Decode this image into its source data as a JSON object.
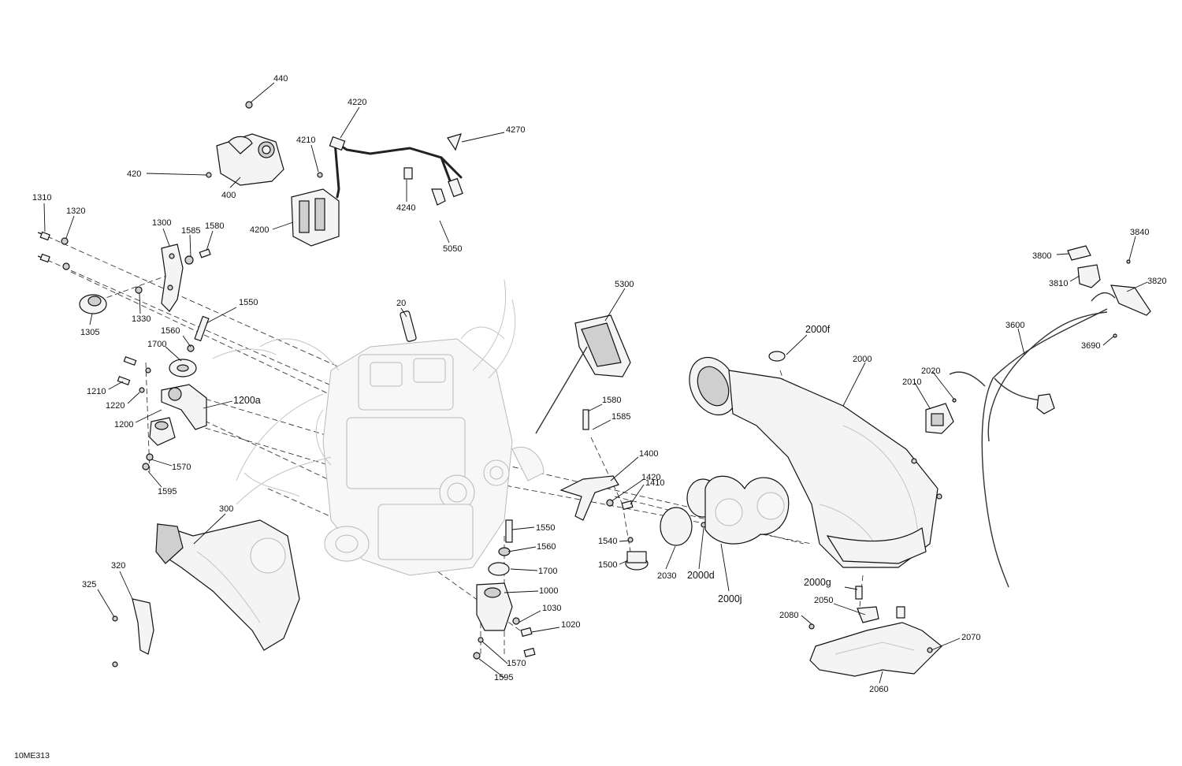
{
  "reference_code": "10ME313",
  "callouts": [
    {
      "id": "440",
      "text": "440"
    },
    {
      "id": "420",
      "text": "420"
    },
    {
      "id": "400",
      "text": "400"
    },
    {
      "id": "4220",
      "text": "4220"
    },
    {
      "id": "4210",
      "text": "4210"
    },
    {
      "id": "4270",
      "text": "4270"
    },
    {
      "id": "4200",
      "text": "4200"
    },
    {
      "id": "4240",
      "text": "4240"
    },
    {
      "id": "5050",
      "text": "5050"
    },
    {
      "id": "1310",
      "text": "1310"
    },
    {
      "id": "1320",
      "text": "1320"
    },
    {
      "id": "1300",
      "text": "1300"
    },
    {
      "id": "1585a",
      "text": "1585"
    },
    {
      "id": "1580a",
      "text": "1580"
    },
    {
      "id": "1305",
      "text": "1305"
    },
    {
      "id": "1330",
      "text": "1330"
    },
    {
      "id": "1550a",
      "text": "1550"
    },
    {
      "id": "1560a",
      "text": "1560"
    },
    {
      "id": "1700a",
      "text": "1700"
    },
    {
      "id": "1210",
      "text": "1210"
    },
    {
      "id": "1220",
      "text": "1220"
    },
    {
      "id": "1200a",
      "text": "1200a"
    },
    {
      "id": "1200",
      "text": "1200"
    },
    {
      "id": "1570a",
      "text": "1570"
    },
    {
      "id": "1595a",
      "text": "1595"
    },
    {
      "id": "20",
      "text": "20"
    },
    {
      "id": "5300",
      "text": "5300"
    },
    {
      "id": "300",
      "text": "300"
    },
    {
      "id": "320",
      "text": "320"
    },
    {
      "id": "325",
      "text": "325"
    },
    {
      "id": "1580b",
      "text": "1580"
    },
    {
      "id": "1585b",
      "text": "1585"
    },
    {
      "id": "1400",
      "text": "1400"
    },
    {
      "id": "1420",
      "text": "1420"
    },
    {
      "id": "1410",
      "text": "1410"
    },
    {
      "id": "1550b",
      "text": "1550"
    },
    {
      "id": "1560b",
      "text": "1560"
    },
    {
      "id": "1700b",
      "text": "1700"
    },
    {
      "id": "1540",
      "text": "1540"
    },
    {
      "id": "1500",
      "text": "1500"
    },
    {
      "id": "1000",
      "text": "1000"
    },
    {
      "id": "1030",
      "text": "1030"
    },
    {
      "id": "1020",
      "text": "1020"
    },
    {
      "id": "1570b",
      "text": "1570"
    },
    {
      "id": "1595b",
      "text": "1595"
    },
    {
      "id": "2030",
      "text": "2030"
    },
    {
      "id": "2000d",
      "text": "2000d"
    },
    {
      "id": "2000j",
      "text": "2000j"
    },
    {
      "id": "2000f",
      "text": "2000f"
    },
    {
      "id": "2000",
      "text": "2000"
    },
    {
      "id": "2020",
      "text": "2020"
    },
    {
      "id": "2010",
      "text": "2010"
    },
    {
      "id": "2000g",
      "text": "2000g"
    },
    {
      "id": "2050",
      "text": "2050"
    },
    {
      "id": "2080",
      "text": "2080"
    },
    {
      "id": "2070",
      "text": "2070"
    },
    {
      "id": "2060",
      "text": "2060"
    },
    {
      "id": "3800",
      "text": "3800"
    },
    {
      "id": "3840",
      "text": "3840"
    },
    {
      "id": "3810",
      "text": "3810"
    },
    {
      "id": "3820",
      "text": "3820"
    },
    {
      "id": "3600",
      "text": "3600"
    },
    {
      "id": "3690",
      "text": "3690"
    }
  ]
}
